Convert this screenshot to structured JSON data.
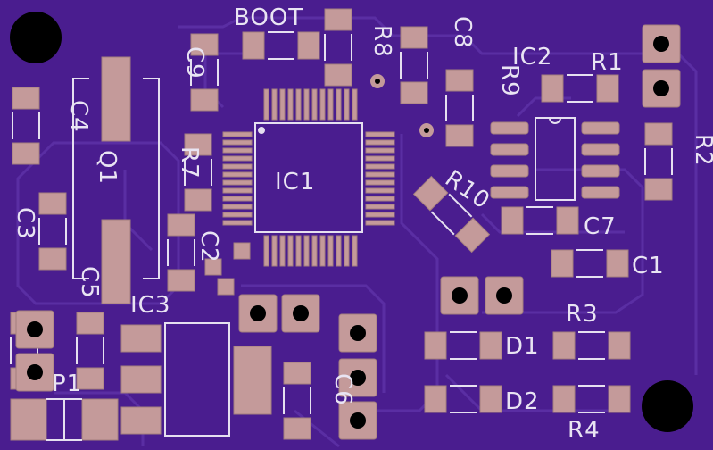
{
  "board": {
    "colors": {
      "substrate": "#4a1d8f",
      "pad": "#c49a9a",
      "silk": "#e6e0f0",
      "trace": "#5a2ea3",
      "hole": "#000000"
    }
  },
  "labels": {
    "boot": "BOOT",
    "r8": "R8",
    "c8": "C8",
    "c9": "C9",
    "ic2": "IC2",
    "r1": "R1",
    "r9": "R9",
    "c4": "C4",
    "q1": "Q1",
    "r7": "R7",
    "ic1": "IC1",
    "r2": "R2",
    "r10": "R10",
    "c7": "C7",
    "c3": "C3",
    "c5": "C5",
    "c1": "C1",
    "ic3": "IC3",
    "r3": "R3",
    "d1": "D1",
    "d2": "D2",
    "c6": "C6",
    "r4": "R4",
    "p1": "P1",
    "c2": "C2"
  }
}
